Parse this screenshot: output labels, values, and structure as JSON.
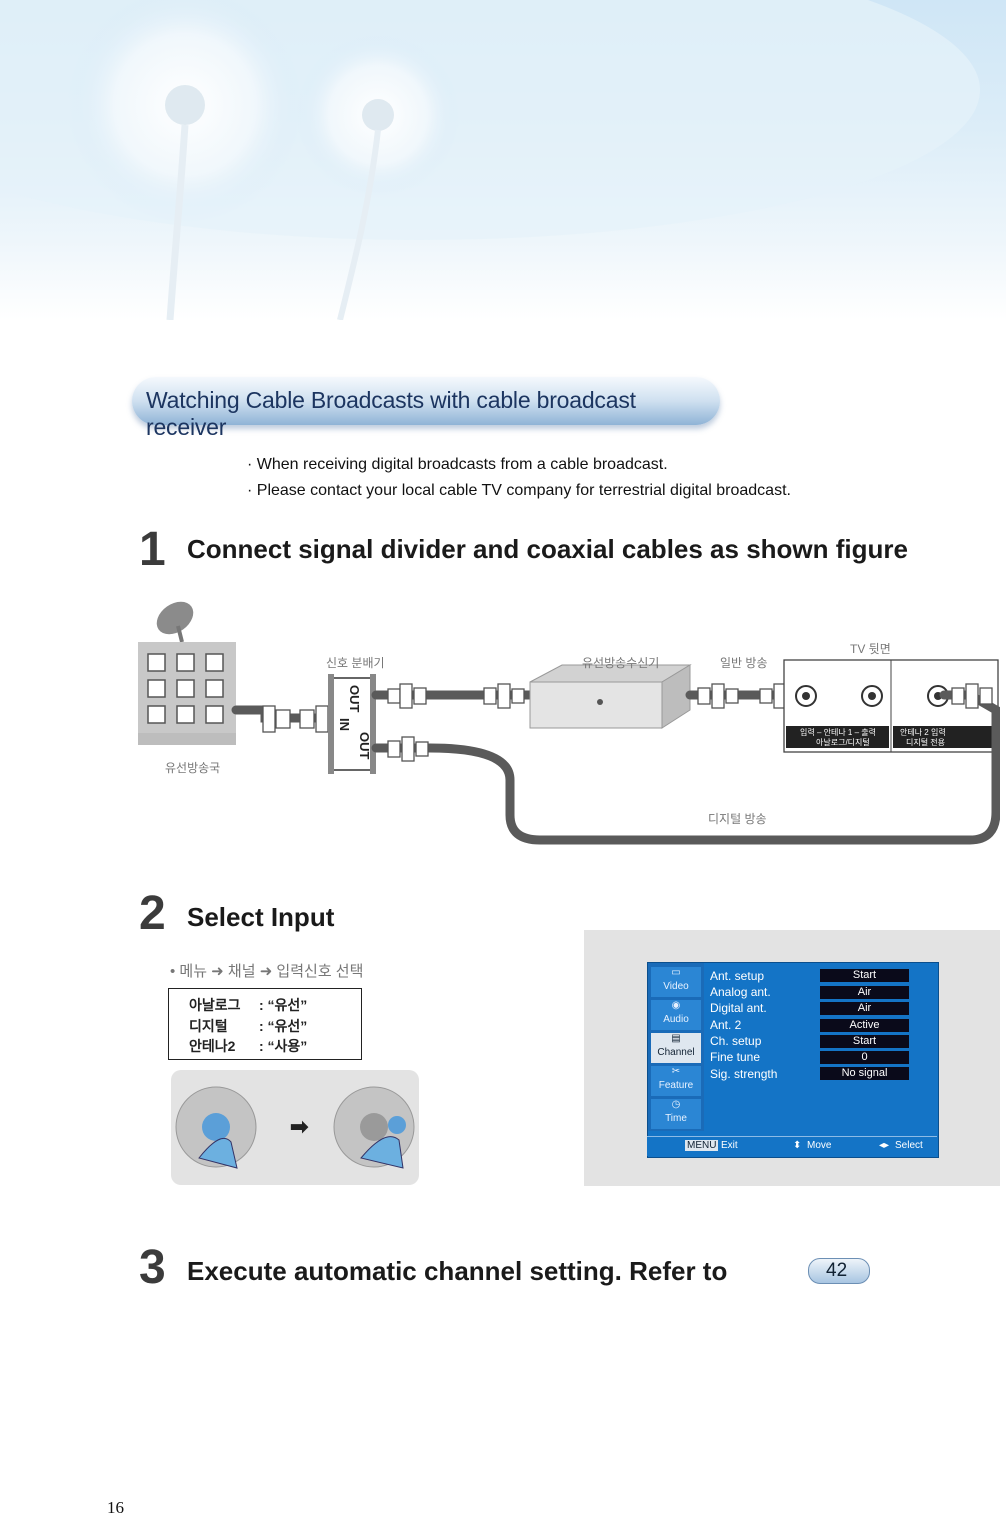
{
  "section_title": "Watching Cable Broadcasts with cable broadcast receiver",
  "bullets": [
    "When receiving digital broadcasts from a cable broadcast.",
    "Please contact your local cable TV company for terrestrial digital broadcast."
  ],
  "steps": [
    {
      "num": "1",
      "title": "Connect signal divider and coaxial cables as shown figure"
    },
    {
      "num": "2",
      "title": "Select Input"
    },
    {
      "num": "3",
      "title": "Execute automatic channel setting. Refer to",
      "ref_page": "42"
    }
  ],
  "diagram": {
    "station_label": "유선방송국",
    "divider_label": "신호 분배기",
    "divider_out_top": "OUT",
    "divider_in": "IN",
    "divider_out_bottom": "OUT",
    "receiver_label": "유선방송수신기",
    "normal_broadcast": "일반 방송",
    "digital_broadcast": "디지털 방송",
    "tv_rear": "TV 뒷면",
    "port_label_1": "입력 – 안테나 1 – 출력",
    "port_label_1b": "아날로그/디지털",
    "port_label_2": "안테나 2 입력",
    "port_label_2b": "디지털 전용"
  },
  "menu_path": {
    "text": "• 메뉴 ➜ 채널 ➜ 입력신호 선택",
    "rows": [
      {
        "name": "아날로그",
        "value": ": “유선”"
      },
      {
        "name": "디지털",
        "value": ": “유선”"
      },
      {
        "name": "안테나2",
        "value": ": “사용”"
      }
    ]
  },
  "osd": {
    "side": [
      "Video",
      "Audio",
      "Channel",
      "Feature",
      "Time"
    ],
    "items": [
      {
        "label": "Ant. setup",
        "value": "Start"
      },
      {
        "label": "Analog ant.",
        "value": "Air"
      },
      {
        "label": "Digital ant.",
        "value": "Air"
      },
      {
        "label": "Ant. 2",
        "value": "Active"
      },
      {
        "label": "Ch. setup",
        "value": "Start"
      },
      {
        "label": "Fine tune",
        "value": "0"
      },
      {
        "label": "Sig. strength",
        "value": "No signal"
      }
    ],
    "footer": {
      "menu": "MENU",
      "exit": "Exit",
      "move": "Move",
      "select": "Select"
    }
  },
  "page_number": "16"
}
